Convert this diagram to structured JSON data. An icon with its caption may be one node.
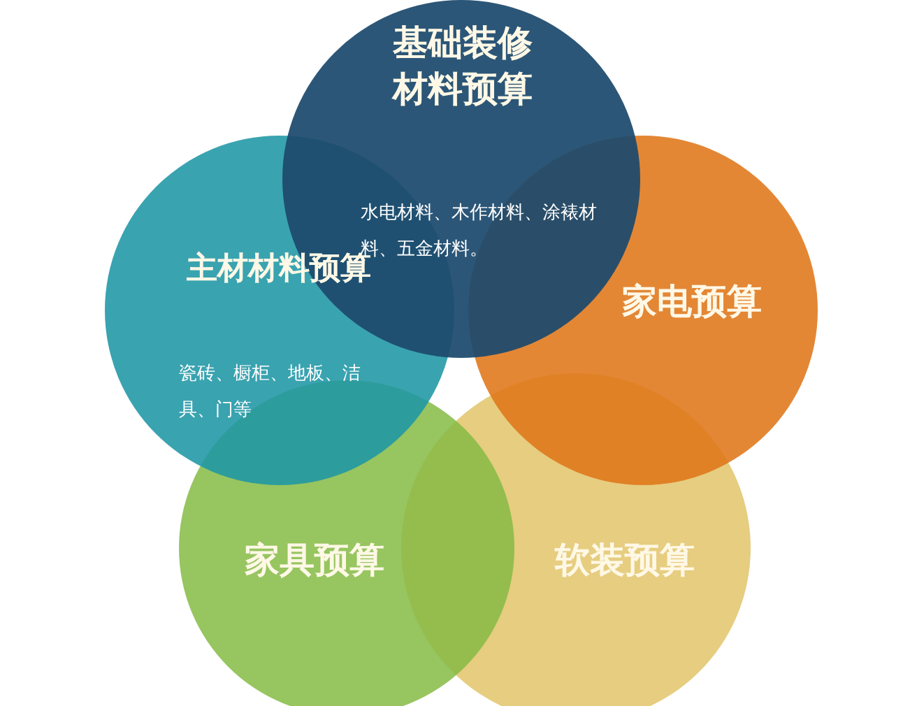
{
  "diagram": {
    "nodes": [
      {
        "text": [
          "基础装修材料预算",
          "水电材料、木作材料、涂裱材料、五金材料。"
        ]
      },
      {
        "text": [
          "主材材料预算",
          "瓷砖、橱柜、地板、洁具、门等"
        ]
      },
      {
        "text": [
          "家电预算"
        ]
      },
      {
        "text": [
          "家具预算"
        ]
      },
      {
        "text": [
          "软装预算"
        ]
      }
    ]
  }
}
